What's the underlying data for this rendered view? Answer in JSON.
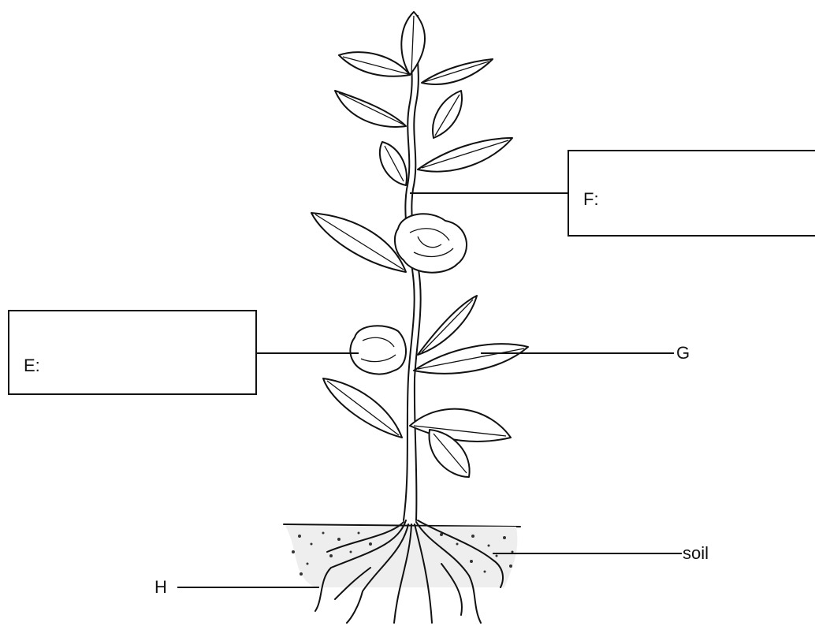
{
  "labels": {
    "E": "E:",
    "F": "F:",
    "G": "G",
    "H": "H",
    "soil": "soil"
  }
}
